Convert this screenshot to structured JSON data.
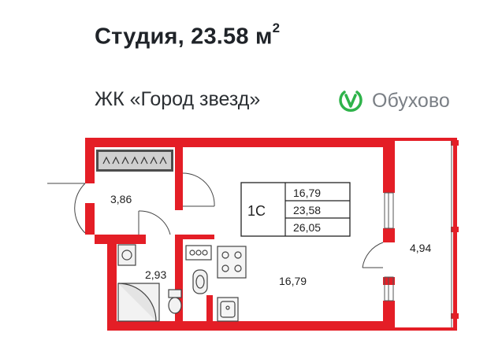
{
  "header": {
    "title_main": "Студия, 23.58 м",
    "title_sup": "2",
    "complex": "ЖК «Город звезд»",
    "metro_station": "Обухово",
    "metro_icon": "spb-metro-m-icon",
    "metro_color": "#2eb34a"
  },
  "plan": {
    "wall_color": "#e41e26",
    "rooms": {
      "hall": "3,86",
      "bathroom": "2,93",
      "main_room": "16,79",
      "balcony": "4,94"
    },
    "summary": {
      "code": "1С",
      "living_area": "16,79",
      "total_area": "23,58",
      "area_with_balcony": "26,05"
    }
  }
}
